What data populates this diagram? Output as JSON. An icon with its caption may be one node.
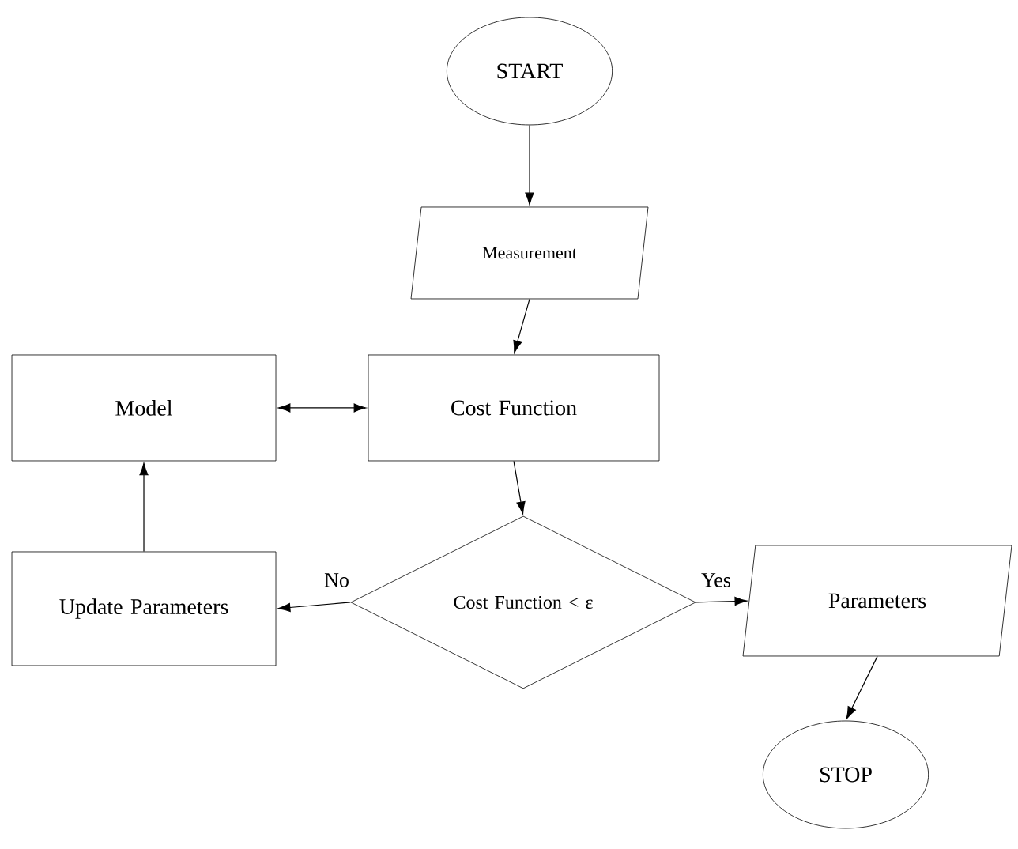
{
  "diagram": {
    "nodes": [
      {
        "text": [
          "START"
        ]
      },
      {
        "text": [
          "Measurement"
        ]
      },
      {
        "text": [
          "Model"
        ]
      },
      {
        "text": [
          "Cost Function"
        ]
      },
      {
        "text": [
          "Cost Function < ε"
        ]
      },
      {
        "text": [
          "Update Parameters"
        ]
      },
      {
        "text": [
          "Parameters"
        ]
      },
      {
        "text": [
          "STOP"
        ]
      }
    ],
    "edges": [
      {
        "from": 0,
        "to": 1,
        "arrow": "to"
      },
      {
        "from": 1,
        "to": 3,
        "arrow": "to"
      },
      {
        "from": 2,
        "to": 3,
        "arrow": "both"
      },
      {
        "from": 3,
        "to": 4,
        "arrow": "to"
      },
      {
        "from": 4,
        "to": 5,
        "arrow": "to",
        "label": "No"
      },
      {
        "from": 4,
        "to": 6,
        "arrow": "to",
        "label": "Yes"
      },
      {
        "from": 5,
        "to": 2,
        "arrow": "to"
      },
      {
        "from": 6,
        "to": 7,
        "arrow": "to"
      }
    ]
  }
}
